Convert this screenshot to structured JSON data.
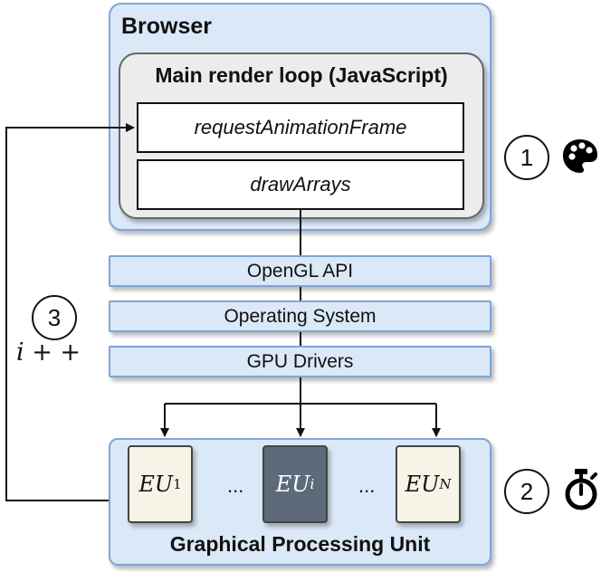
{
  "browser": {
    "title": "Browser"
  },
  "render_loop": {
    "title": "Main render loop (JavaScript)",
    "request_animation_frame": "requestAnimationFrame",
    "draw_arrays": "drawArrays"
  },
  "layers": [
    {
      "label": "OpenGL API"
    },
    {
      "label": "Operating System"
    },
    {
      "label": "GPU Drivers"
    }
  ],
  "gpu": {
    "title": "Graphical Processing Unit",
    "units": [
      {
        "base": "EU",
        "sub": "1"
      },
      {
        "base": "EU",
        "sub": "i"
      },
      {
        "base": "EU",
        "sub": "N"
      }
    ],
    "ellipsis": "..."
  },
  "steps": [
    {
      "number": "1",
      "icon": "palette-icon"
    },
    {
      "number": "2",
      "icon": "stopwatch-icon"
    },
    {
      "number": "3",
      "caption": "i + +"
    }
  ],
  "colors": {
    "layer_fill": "#dbe8f8",
    "layer_border": "#7fa5d6",
    "loop_fill": "#ececec",
    "eu_light": "#f6f3e7",
    "eu_dark": "#5c6a7a"
  }
}
